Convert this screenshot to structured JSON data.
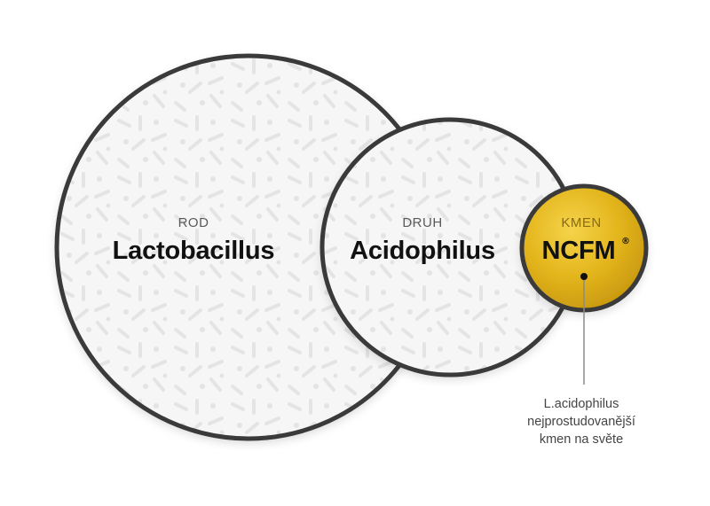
{
  "colors": {
    "outline": "#3a3a3a",
    "circle_fill": "#f6f6f6",
    "pattern": "#e4e4e4",
    "gold_light": "#f5d44a",
    "gold_mid": "#e3b51c",
    "gold_dark": "#c7960e",
    "label_small": "#5a5a5a",
    "label_big": "#111111",
    "kmen_label": "#8a6a10",
    "connector": "#8a8a8a",
    "caption_text": "#444444"
  },
  "rod": {
    "small_label": "ROD",
    "big_label": "Lactobacillus"
  },
  "druh": {
    "small_label": "DRUH",
    "big_label": "Acidophilus"
  },
  "kmen": {
    "small_label": "KMEN",
    "big_label": "NCFM",
    "mark": "®"
  },
  "caption": {
    "line1": "L.acidophilus",
    "line2": "nejprostudovanější",
    "line3": "kmen na světe"
  }
}
